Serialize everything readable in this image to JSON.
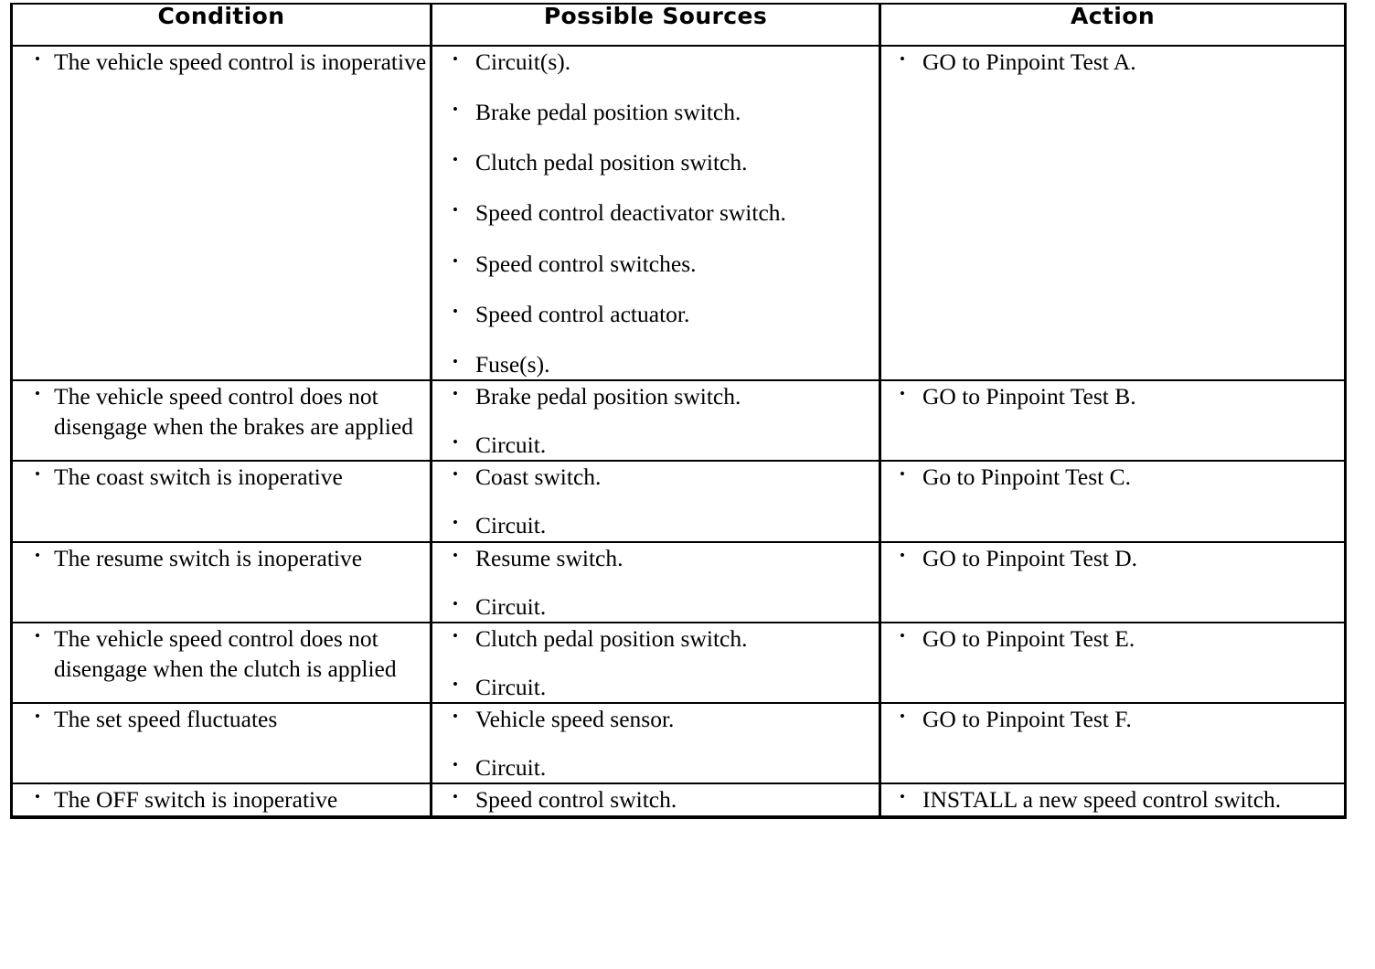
{
  "table": {
    "headers": [
      "Condition",
      "Possible Sources",
      "Action"
    ],
    "rows": [
      {
        "condition": [
          "The vehicle speed control is inoperative"
        ],
        "sources": [
          "Circuit(s).",
          "Brake pedal position switch.",
          "Clutch pedal position switch.",
          "Speed control deactivator switch.",
          "Speed control switches.",
          "Speed control actuator.",
          "Fuse(s)."
        ],
        "action": [
          "GO to Pinpoint Test A."
        ]
      },
      {
        "condition": [
          "The vehicle speed control does not disengage when the brakes are applied"
        ],
        "sources": [
          "Brake pedal position switch.",
          "Circuit."
        ],
        "action": [
          "GO to Pinpoint Test B."
        ]
      },
      {
        "condition": [
          "The coast switch is inoperative"
        ],
        "sources": [
          "Coast switch.",
          "Circuit."
        ],
        "action": [
          "Go to Pinpoint Test C."
        ]
      },
      {
        "condition": [
          "The resume switch is inoperative"
        ],
        "sources": [
          "Resume switch.",
          "Circuit."
        ],
        "action": [
          "GO to Pinpoint Test D."
        ]
      },
      {
        "condition": [
          "The vehicle speed control does not disengage when the clutch is applied"
        ],
        "sources": [
          "Clutch pedal position switch.",
          "Circuit."
        ],
        "action": [
          "GO to Pinpoint Test E."
        ]
      },
      {
        "condition": [
          "The set speed fluctuates"
        ],
        "sources": [
          "Vehicle speed sensor.",
          "Circuit."
        ],
        "action": [
          "GO to Pinpoint Test F."
        ]
      },
      {
        "condition": [
          "The OFF switch is inoperative"
        ],
        "sources": [
          "Speed control switch."
        ],
        "action": [
          "INSTALL a new speed control switch."
        ]
      }
    ]
  },
  "bullet_glyph": "•",
  "colors": {
    "text": "#000000",
    "background": "#ffffff",
    "border": "#000000"
  }
}
